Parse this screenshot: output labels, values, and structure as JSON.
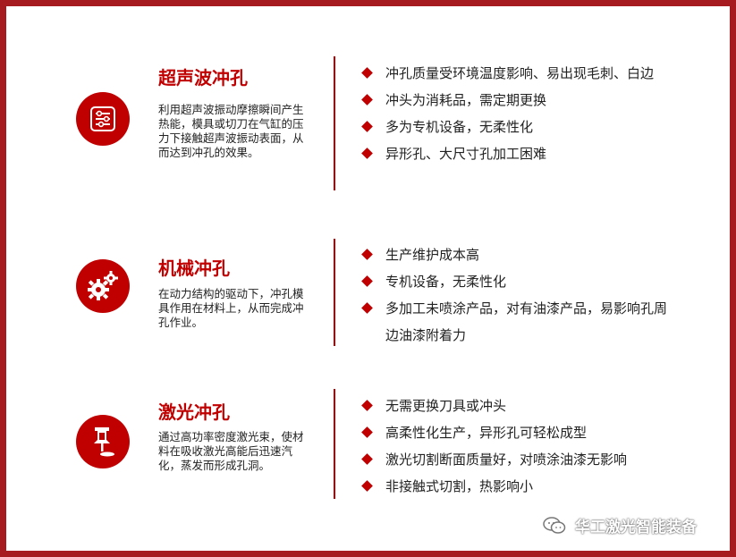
{
  "accent_color": "#c00000",
  "border_color": "#a61b1f",
  "sections": [
    {
      "icon": "settings-sliders-icon",
      "title": "超声波冲孔",
      "desc": "利用超声波振动摩擦瞬间产生热能，模具或切刀在气缸的压力下接触超声波振动表面，从而达到冲孔的效果。",
      "bullets": [
        "冲孔质量受环境温度影响、易出现毛刺、白边",
        "冲头为消耗品，需定期更换",
        "多为专机设备，无柔性化",
        "异形孔、大尺寸孔加工困难"
      ]
    },
    {
      "icon": "gears-icon",
      "title": "机械冲孔",
      "desc": "在动力结构的驱动下，冲孔模具作用在材料上，从而完成冲孔作业。",
      "bullets": [
        "生产维护成本高",
        "专机设备，无柔性化",
        "多加工未喷涂产品，对有油漆产品，易影响孔周边油漆附着力"
      ]
    },
    {
      "icon": "pin-icon",
      "title": "激光冲孔",
      "desc": "通过高功率密度激光束，使材料在吸收激光高能后迅速汽化，蒸发而形成孔洞。",
      "bullets": [
        "无需更换刀具或冲头",
        "高柔性化生产，异形孔可轻松成型",
        "激光切割断面质量好，对喷涂油漆无影响",
        "非接触式切割，热影响小"
      ]
    }
  ],
  "watermark": "华工激光智能装备"
}
